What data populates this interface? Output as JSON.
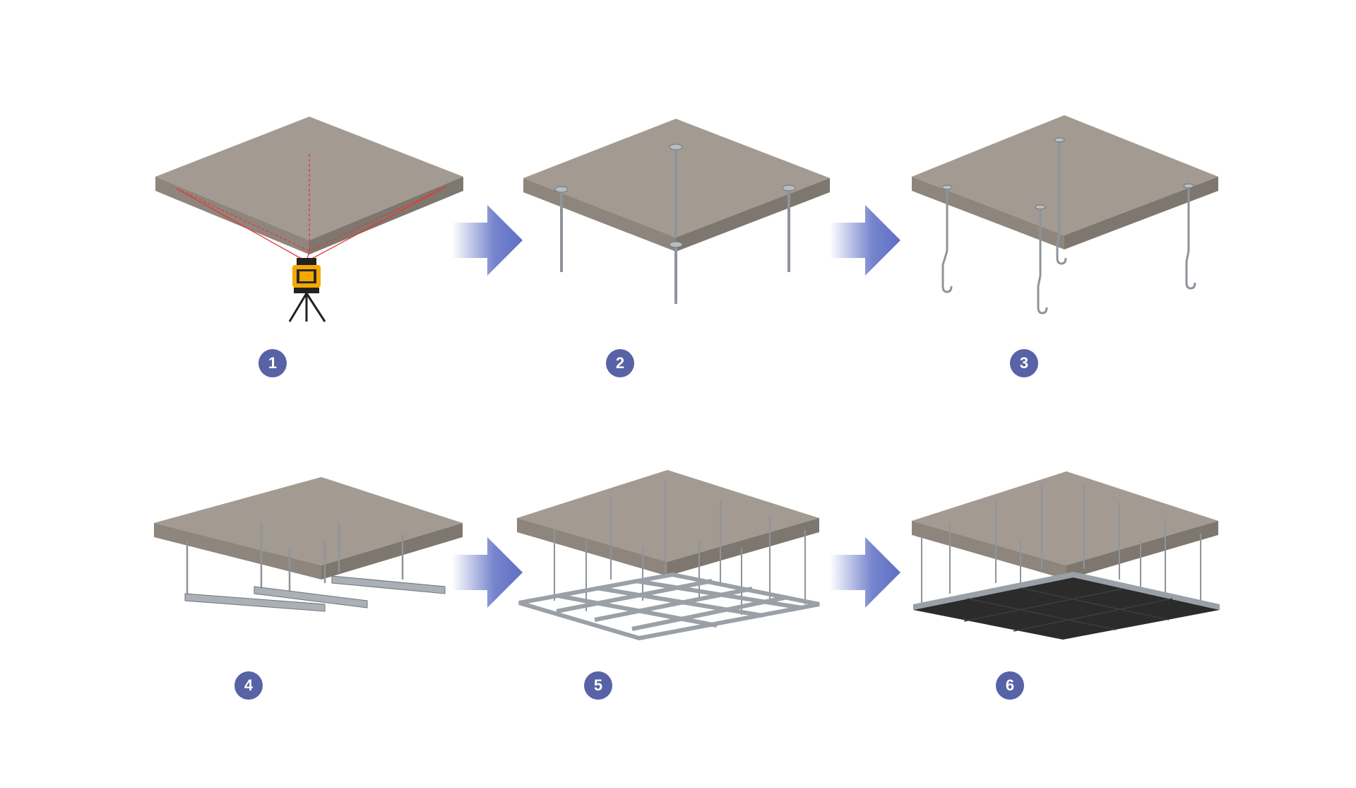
{
  "steps": [
    {
      "number": "1",
      "illustration": "ceiling-slab-laser-level"
    },
    {
      "number": "2",
      "illustration": "ceiling-slab-threaded-rods"
    },
    {
      "number": "3",
      "illustration": "ceiling-slab-hook-hangers"
    },
    {
      "number": "4",
      "illustration": "ceiling-slab-main-runners"
    },
    {
      "number": "5",
      "illustration": "ceiling-slab-grid-frame"
    },
    {
      "number": "6",
      "illustration": "ceiling-slab-panels-installed"
    }
  ],
  "colors": {
    "badge": "#5862a6",
    "arrow": "#5e6fc4",
    "slab_top": "#a39b92",
    "slab_side": "#8e867d",
    "slab_bottom": "#b5aca2",
    "metal": "#9aa0a6",
    "panel": "#2b2b2b",
    "laser": "#e53935",
    "level_body": "#f5a800"
  },
  "icons": {
    "arrow": "right-arrow-icon"
  }
}
